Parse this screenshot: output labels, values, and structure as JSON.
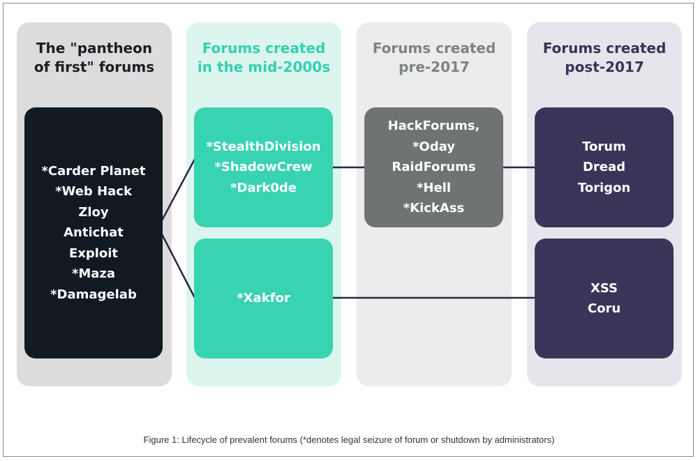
{
  "colors": {
    "col1_bg": "#dcdcdd",
    "col1_title": "#1a1f24",
    "col2_bg": "#dcf5ef",
    "col2_title": "#36cfae",
    "col3_bg": "#ececec",
    "col3_title": "#7c8385",
    "col4_bg": "#e7e5ec",
    "col4_title": "#3b3258",
    "box_dark": "#111a20",
    "box_teal": "#38d3b1",
    "box_gray": "#6f7374",
    "box_purple": "#3c3458",
    "connector": "#2b2640"
  },
  "columns": [
    {
      "title": "The \"pantheon\nof first\" forums"
    },
    {
      "title": "Forums created\nin the mid-2000s"
    },
    {
      "title": "Forums created\npre-2017"
    },
    {
      "title": "Forums created\npost-2017"
    }
  ],
  "boxes": {
    "first": "*Carder Planet\n*Web Hack\nZloy\nAntichat\nExploit\n*Maza\n*Damagelab",
    "mid_upper": "*StealthDivision\n*ShadowCrew\n*Dark0de",
    "mid_lower": "*Xakfor",
    "pre2017": "HackForums,\n*Oday\nRaidForums\n*Hell\n*KickAss",
    "post_upper": "Torum\nDread\nTorigon",
    "post_lower": "XSS\nCoru"
  },
  "caption": "Figure 1: Lifecycle of prevalent forums (*denotes legal seizure of forum or shutdown by administrators)"
}
